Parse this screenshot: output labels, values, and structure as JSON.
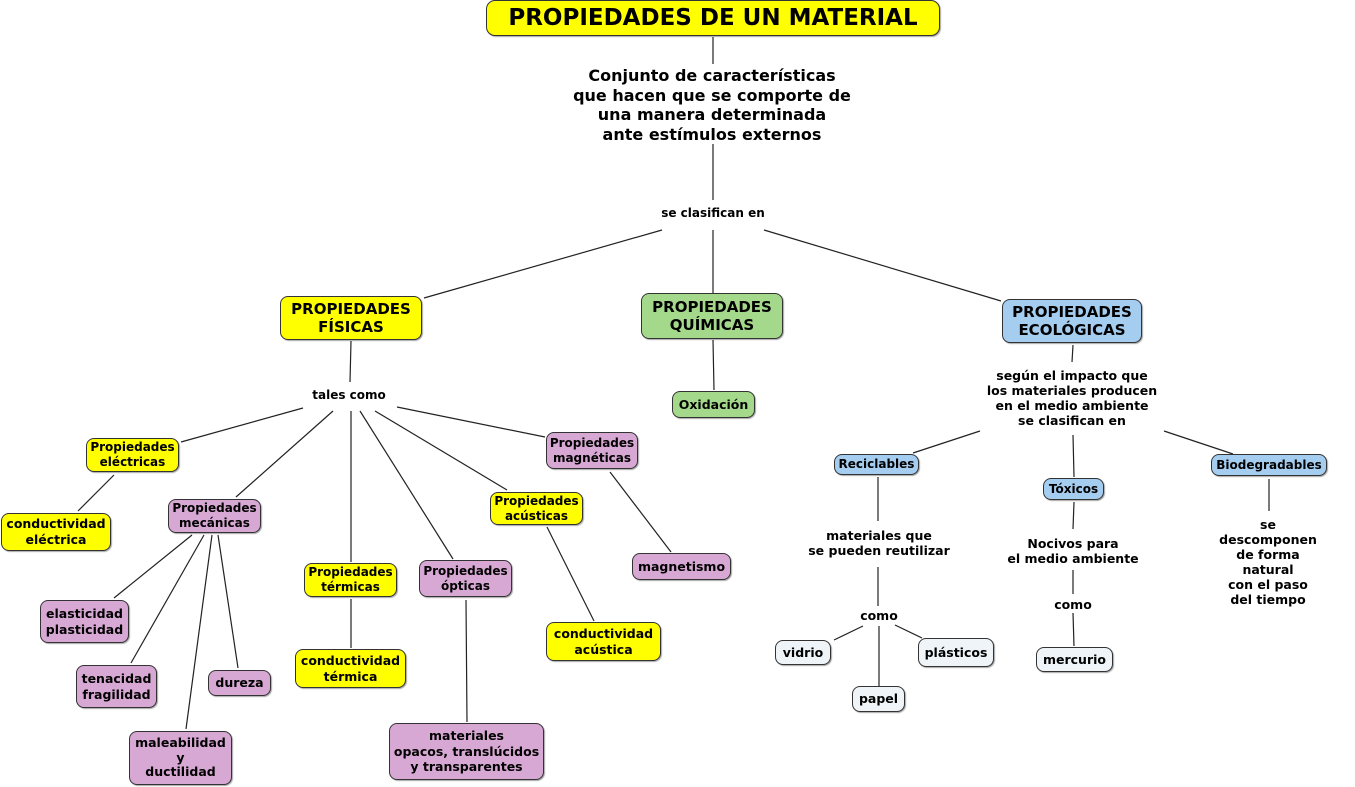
{
  "colors": {
    "yellow": "#ffff00",
    "green": "#a4d98c",
    "blue": "#a4cdf0",
    "pink": "#d8a8d4",
    "pale": "#eef4f8"
  },
  "root": {
    "title": "PROPIEDADES DE UN MATERIAL",
    "definition": "Conjunto de características\nque hacen que se comporte de\nuna manera determinada\nante estímulos externos",
    "link": "se clasifican en"
  },
  "fisicas": {
    "title": "PROPIEDADES\nFÍSICAS",
    "link": "tales como",
    "electricas": {
      "label": "Propiedades\neléctricas",
      "child": "conductividad\neléctrica"
    },
    "mecanicas": {
      "label": "Propiedades\nmecánicas",
      "children": [
        "elasticidad\nplasticidad",
        "tenacidad\nfragilidad",
        "maleabilidad\ny\nductilidad",
        "dureza"
      ]
    },
    "termicas": {
      "label": "Propiedades\ntérmicas",
      "child": "conductividad\ntérmica"
    },
    "opticas": {
      "label": "Propiedades\nópticas",
      "child": "materiales\nopacos, translúcidos\ny transparentes"
    },
    "acusticas": {
      "label": "Propiedades\nacústicas",
      "child": "conductividad\nacústica"
    },
    "magneticas": {
      "label": "Propiedades\nmagnéticas",
      "child": "magnetismo"
    }
  },
  "quimicas": {
    "title": "PROPIEDADES\nQUÍMICAS",
    "child": "Oxidación"
  },
  "ecologicas": {
    "title": "PROPIEDADES\nECOLÓGICAS",
    "link": "según el impacto que\nlos materiales producen\nen el medio ambiente\nse clasifican en",
    "reciclables": {
      "label": "Reciclables",
      "desc": "materiales que\nse pueden reutilizar",
      "link": "como",
      "examples": [
        "vidrio",
        "papel",
        "plásticos"
      ]
    },
    "toxicos": {
      "label": "Tóxicos",
      "desc": "Nocivos para\nel medio ambiente",
      "link": "como",
      "examples": [
        "mercurio"
      ]
    },
    "biodegradables": {
      "label": "Biodegradables",
      "desc": "se descomponen\nde forma natural\ncon el paso del tiempo"
    }
  }
}
